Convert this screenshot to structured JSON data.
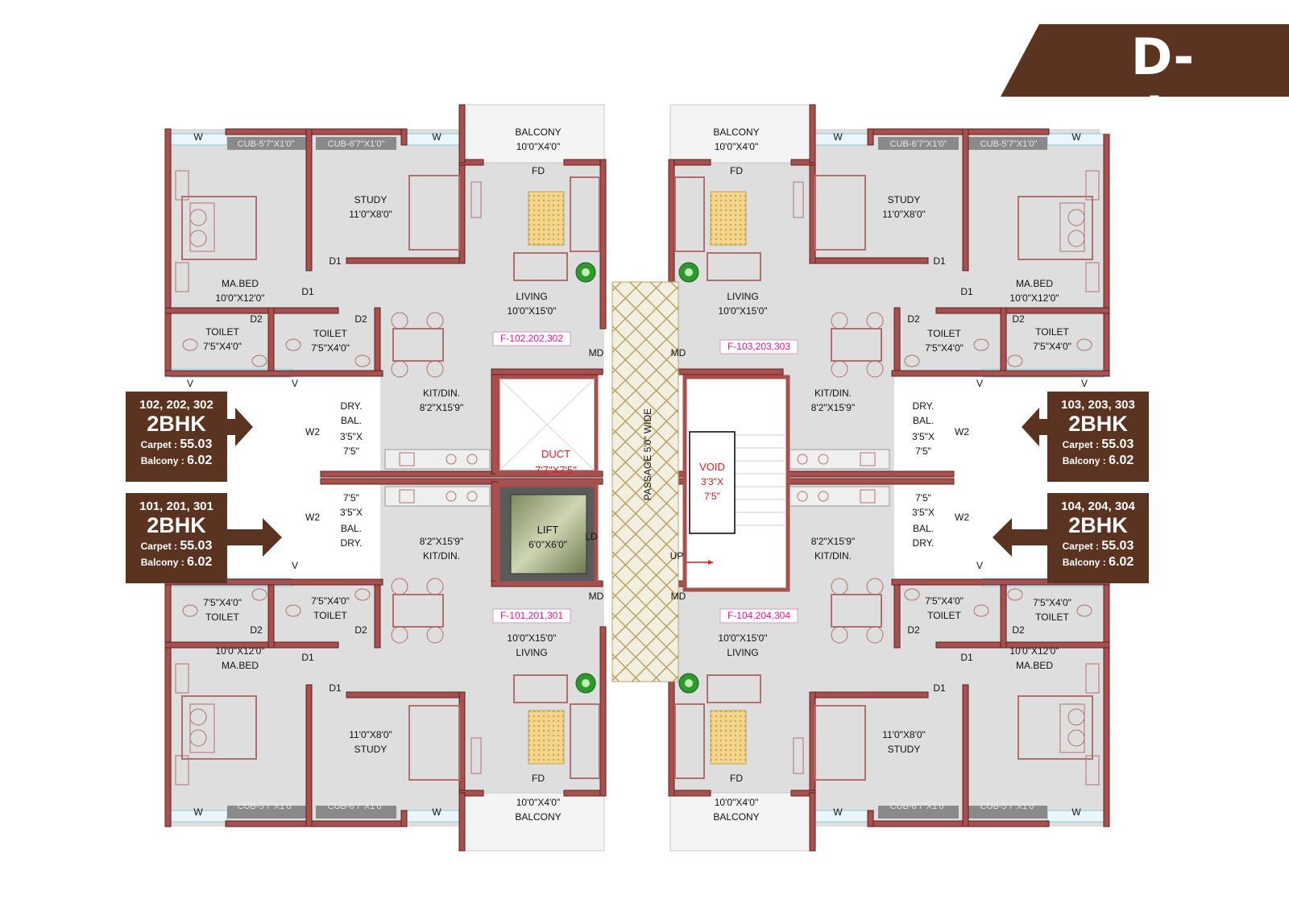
{
  "wing_title": "D-Wing",
  "colors": {
    "brand": "#5a3420",
    "wall": "#a8504e",
    "floor": "#dcdcdc",
    "passage": "#c9b98a",
    "tag": "#e2159b",
    "red_text": "#e01b24"
  },
  "badges": [
    {
      "units": "102, 202, 302",
      "type": "2BHK",
      "carpet_label": "Carpet :",
      "carpet": "55.03",
      "balcony_label": "Balcony :",
      "balcony": "6.02"
    },
    {
      "units": "101, 201, 301",
      "type": "2BHK",
      "carpet_label": "Carpet :",
      "carpet": "55.03",
      "balcony_label": "Balcony :",
      "balcony": "6.02"
    },
    {
      "units": "103, 203, 303",
      "type": "2BHK",
      "carpet_label": "Carpet :",
      "carpet": "55.03",
      "balcony_label": "Balcony :",
      "balcony": "6.02"
    },
    {
      "units": "104, 204, 304",
      "type": "2BHK",
      "carpet_label": "Carpet :",
      "carpet": "55.03",
      "balcony_label": "Balcony :",
      "balcony": "6.02"
    }
  ],
  "flat_tags": {
    "tl": "F-102,202,302",
    "tr": "F-103,203,303",
    "bl": "F-101,201,301",
    "br": "F-104,204,304"
  },
  "rooms": {
    "balcony": {
      "name": "BALCONY",
      "size": "10'0\"X4'0\""
    },
    "study": {
      "name": "STUDY",
      "size": "11'0\"X8'0\""
    },
    "living": {
      "name": "LIVING",
      "size": "10'0\"X15'0\""
    },
    "master_bed": {
      "name": "MA.BED",
      "size": "10'0\"X12'0\""
    },
    "toilet": {
      "name": "TOILET",
      "size": "7'5\"X4'0\""
    },
    "kitchen": {
      "name": "KIT/DIN.",
      "size": "8'2\"X15'9\""
    },
    "dry_bal": {
      "name1": "DRY.",
      "name2": "BAL.",
      "size1": "3'5\"X",
      "size2": "7'5\""
    },
    "cub_a": "CUB-5'7\"X1'0\"",
    "cub_b": "CUB-6'7\"X1'0\""
  },
  "core": {
    "duct": {
      "name": "DUCT",
      "size": "7'7\"X7'5\""
    },
    "lift": {
      "name": "LIFT",
      "size": "6'0\"X6'0\"",
      "door": "LD"
    },
    "void": {
      "name": "VOID",
      "size1": "3'3\"X",
      "size2": "7'5\""
    },
    "passage": "PASSAGE 5'0\" WIDE",
    "up": "UP"
  },
  "door_labels": {
    "d1": "D1",
    "d2": "D2",
    "fd": "FD",
    "md": "MD",
    "w": "W",
    "w2": "W2",
    "v": "V"
  }
}
